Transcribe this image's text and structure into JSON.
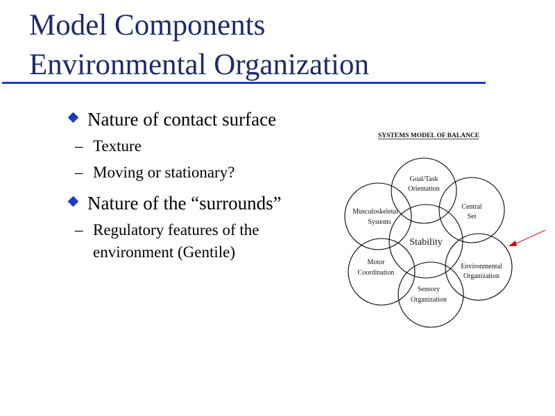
{
  "slide": {
    "title_line1": "Model Components",
    "title_line2": "Environmental Organization",
    "bullets": [
      {
        "text": "Nature of contact surface",
        "subs": [
          "Texture",
          "Moving or stationary?"
        ]
      },
      {
        "text": "Nature of the “surrounds”",
        "subs": [
          "Regulatory features of the environment (Gentile)"
        ]
      }
    ],
    "sub_marker": "–"
  },
  "diagram": {
    "heading": "SYSTEMS MODEL OF BALANCE",
    "center": "Stability",
    "nodes": [
      {
        "line1": "Goal/Task",
        "line2": "Orientation"
      },
      {
        "line1": "Central",
        "line2": "Set"
      },
      {
        "line1": "Environmental",
        "line2": "Organization"
      },
      {
        "line1": "Sensory",
        "line2": "Organization"
      },
      {
        "line1": "Motor",
        "line2": "Coordination"
      },
      {
        "line1": "Musculoskeletal",
        "line2": "Systems"
      }
    ],
    "line_color": "#000000",
    "arrow_color": "#dd0000"
  }
}
